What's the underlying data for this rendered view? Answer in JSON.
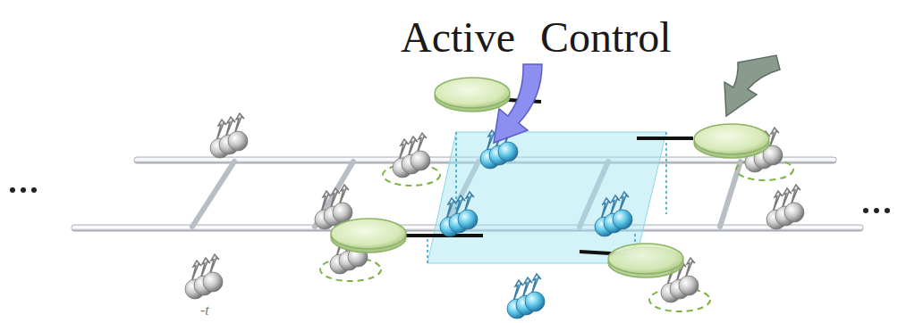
{
  "diagram": {
    "labels": [
      "Active",
      "Control",
      "-t"
    ]
  }
}
